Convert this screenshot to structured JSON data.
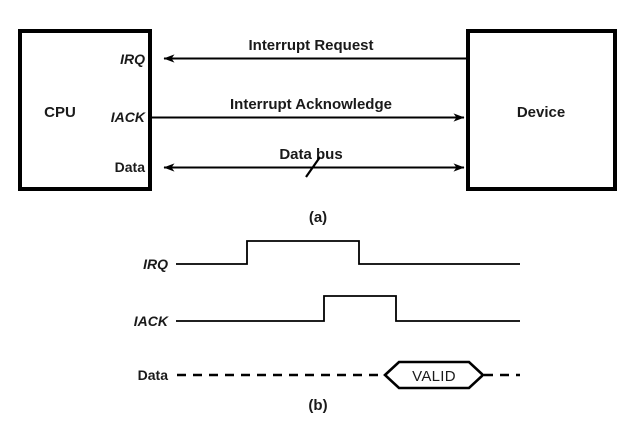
{
  "figure": {
    "caption_a": "(a)",
    "caption_b": "(b)",
    "background_color": "#ffffff",
    "line_color": "#000000"
  },
  "block_diagram": {
    "cpu_box": {
      "label": "CPU"
    },
    "device_box": {
      "label": "Device"
    },
    "ports": [
      {
        "name": "IRQ",
        "label": "IRQ",
        "style": "italic"
      },
      {
        "name": "IACK",
        "label": "IACK",
        "style": "italic"
      },
      {
        "name": "Data",
        "label": "Data",
        "style": "normal"
      }
    ],
    "signals": [
      {
        "name": "interrupt-request",
        "label": "Interrupt Request",
        "direction": "device-to-cpu"
      },
      {
        "name": "interrupt-acknowledge",
        "label": "Interrupt Acknowledge",
        "direction": "cpu-to-device"
      },
      {
        "name": "data-bus",
        "label": "Data bus",
        "direction": "bidirectional"
      }
    ]
  },
  "timing_diagram": {
    "signals": [
      {
        "name": "IRQ",
        "label": "IRQ",
        "style": "italic",
        "type": "pulse"
      },
      {
        "name": "IACK",
        "label": "IACK",
        "style": "italic",
        "type": "pulse"
      },
      {
        "name": "Data",
        "label": "Data",
        "style": "normal",
        "type": "bus"
      }
    ],
    "data_valid_label": "VALID"
  }
}
